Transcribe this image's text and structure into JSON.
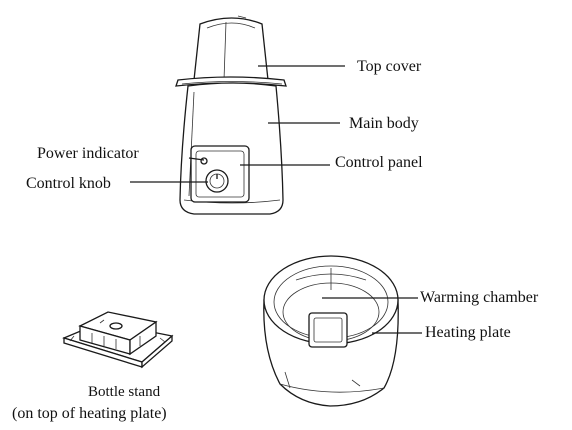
{
  "labels": {
    "top_cover": "Top cover",
    "main_body": "Main body",
    "power_indicator": "Power indicator",
    "control_panel": "Control panel",
    "control_knob": "Control knob",
    "warming_chamber": "Warming chamber",
    "heating_plate": "Heating plate"
  },
  "captions": {
    "bottle_stand": "Bottle stand",
    "bottle_stand_note": "(on top of heating plate)"
  }
}
